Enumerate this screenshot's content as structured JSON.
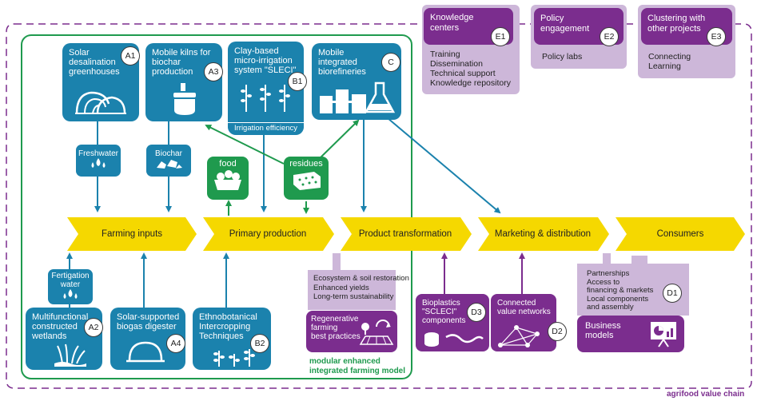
{
  "blue_boxes": {
    "a1": {
      "title": "Solar\ndesalination\ngreenhouses",
      "badge": "A1"
    },
    "a3": {
      "title": "Mobile kilns for\nbiochar\nproduction",
      "badge": "A3"
    },
    "b1": {
      "title": "Clay-based\nmicro-irrigation\nsystem \"SLECI\"",
      "badge": "B1",
      "footer": "Irrigation efficiency"
    },
    "c": {
      "title": "Mobile\nintegrated\nbiorefineries",
      "badge": "C"
    },
    "a2": {
      "title": "Multifunctional\nconstructed\nwetlands",
      "badge": "A2"
    },
    "a4": {
      "title": "Solar-supported\nbiogas digester",
      "badge": "A4"
    },
    "b2": {
      "title": "Ethnobotanical\nIntercropping\nTechniques",
      "badge": "B2"
    }
  },
  "flows": {
    "freshwater": "Freshwater",
    "biochar": "Biochar",
    "fertigation": "Fertigation\nwater",
    "food": "food",
    "residues": "residues"
  },
  "value_chain": {
    "stages": [
      "Farming inputs",
      "Primary production",
      "Product transformation",
      "Marketing & distribution",
      "Consumers"
    ],
    "caption": "agrifood value chain"
  },
  "farming_model": {
    "caption": "modular enhanced\nintegrated farming model",
    "outcomes": "Ecosystem & soil restoration\nEnhanced yields\nLong-term sustainability",
    "regenerative": "Regenerative\nfarming\nbest practices"
  },
  "purple_boxes": {
    "d3": {
      "title": "Bioplastics\n\"SCLECI\"\ncomponents",
      "badge": "D3"
    },
    "d2": {
      "title": "Connected\nvalue networks",
      "badge": "D2"
    },
    "d1": {
      "notes": "Partnerships\nAccess to\nfinancing & markets\nLocal components\nand assembly",
      "badge": "D1",
      "title": "Business\nmodels"
    }
  },
  "enablers": {
    "e1": {
      "title": "Knowledge\ncenters",
      "badge": "E1",
      "items": "Training\nDissemination\nTechnical support\nKnowledge repository"
    },
    "e2": {
      "title": "Policy\nengagement",
      "badge": "E2",
      "items": "Policy labs"
    },
    "e3": {
      "title": "Clustering with\nother projects",
      "badge": "E3",
      "items": "Connecting\nLearning"
    }
  },
  "colors": {
    "blue": "#1b82ad",
    "green": "#1f9a4e",
    "yellow": "#f5d800",
    "purple": "#7b2d8e",
    "lilac": "#cdb7d9"
  }
}
